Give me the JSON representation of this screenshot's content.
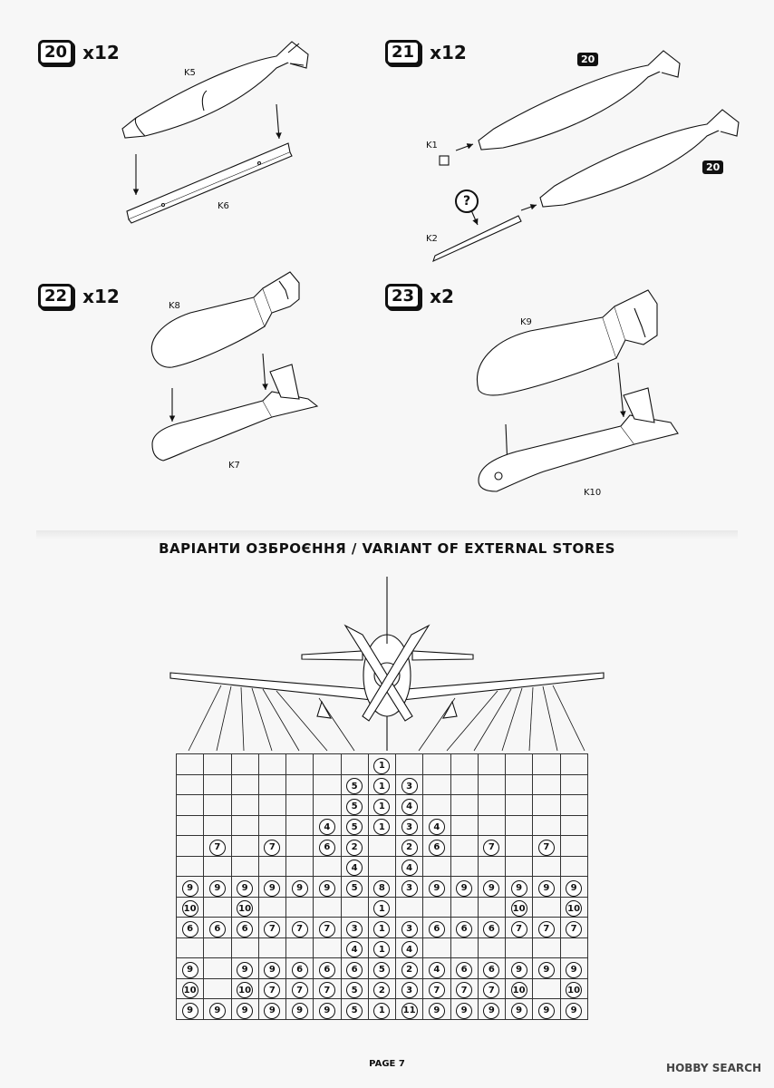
{
  "steps": [
    {
      "num": "20",
      "qty": "x12",
      "parts": [
        "K5",
        "K6"
      ]
    },
    {
      "num": "21",
      "qty": "x12",
      "parts": [
        "K1",
        "K2"
      ],
      "ref_badge": "20",
      "question": "?"
    },
    {
      "num": "22",
      "qty": "x12",
      "parts": [
        "K8",
        "K7"
      ]
    },
    {
      "num": "23",
      "qty": "x2",
      "parts": [
        "K9",
        "K10"
      ]
    }
  ],
  "section_title": "ВАРІАНТИ ОЗБРОЄННЯ / VARIANT OF EXTERNAL STORES",
  "grid": {
    "cols": 15,
    "rows": [
      [
        "",
        "",
        "",
        "",
        "",
        "",
        "",
        "1",
        "",
        "",
        "",
        "",
        "",
        "",
        ""
      ],
      [
        "",
        "",
        "",
        "",
        "",
        "",
        "5",
        "1",
        "3",
        "",
        "",
        "",
        "",
        "",
        ""
      ],
      [
        "",
        "",
        "",
        "",
        "",
        "",
        "5",
        "1",
        "4",
        "",
        "",
        "",
        "",
        "",
        ""
      ],
      [
        "",
        "",
        "",
        "",
        "",
        "4",
        "5",
        "1",
        "3",
        "4",
        "",
        "",
        "",
        "",
        ""
      ],
      [
        "",
        "7",
        "",
        "7",
        "",
        "6",
        "2",
        "",
        "2",
        "6",
        "",
        "7",
        "",
        "7",
        ""
      ],
      [
        "",
        "",
        "",
        "",
        "",
        "",
        "4",
        "",
        "4",
        "",
        "",
        "",
        "",
        "",
        ""
      ],
      [
        "9",
        "9",
        "9",
        "9",
        "9",
        "9",
        "5",
        "8",
        "3",
        "9",
        "9",
        "9",
        "9",
        "9",
        "9"
      ],
      [
        "10",
        "",
        "10",
        "",
        "",
        "",
        "",
        "1",
        "",
        "",
        "",
        "",
        "10",
        "",
        "10"
      ],
      [
        "6",
        "6",
        "6",
        "7",
        "7",
        "7",
        "3",
        "1",
        "3",
        "6",
        "6",
        "6",
        "7",
        "7",
        "7"
      ],
      [
        "",
        "",
        "",
        "",
        "",
        "",
        "4",
        "1",
        "4",
        "",
        "",
        "",
        "",
        "",
        ""
      ],
      [
        "9",
        "",
        "9",
        "9",
        "6",
        "6",
        "6",
        "5",
        "2",
        "4",
        "6",
        "6",
        "9",
        "9",
        "9"
      ],
      [
        "10",
        "",
        "10",
        "7",
        "7",
        "7",
        "5",
        "2",
        "3",
        "7",
        "7",
        "7",
        "10",
        "",
        "10"
      ],
      [
        "9",
        "9",
        "9",
        "9",
        "9",
        "9",
        "5",
        "1",
        "11",
        "9",
        "9",
        "9",
        "9",
        "9",
        "9"
      ]
    ]
  },
  "footer": {
    "page": "PAGE 7"
  },
  "watermark": "HOBBY SEARCH"
}
